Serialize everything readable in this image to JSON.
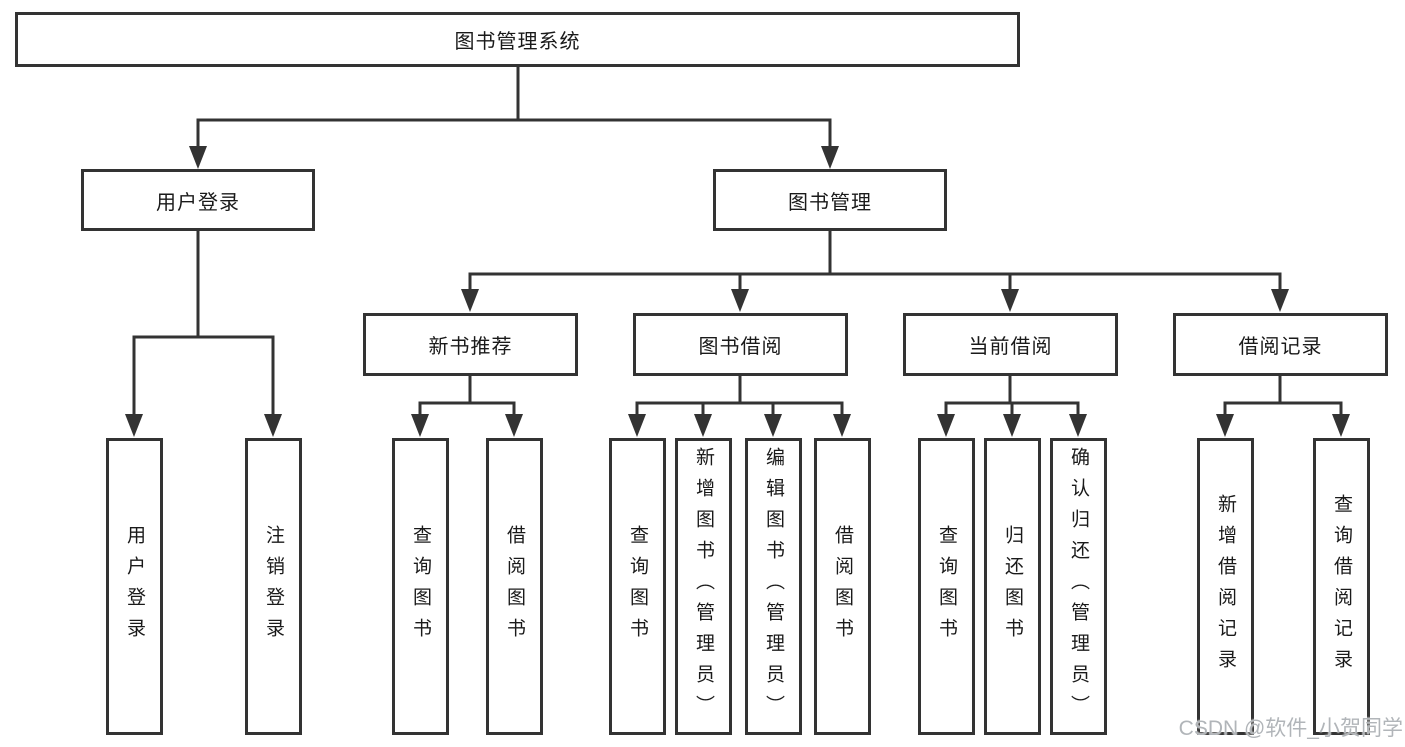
{
  "watermark": "CSDN @软件_小贺同学",
  "colors": {
    "line": "#333333",
    "text": "#1a1a1a",
    "background": "#ffffff",
    "watermark": "#adb1b5"
  },
  "tree": {
    "root": {
      "label": "图书管理系统"
    },
    "branches": [
      {
        "label": "用户登录",
        "children": [
          {
            "label": "用户登录"
          },
          {
            "label": "注销登录"
          }
        ]
      },
      {
        "label": "图书管理",
        "children": [
          {
            "label": "新书推荐",
            "children": [
              {
                "label": "查询图书"
              },
              {
                "label": "借阅图书"
              }
            ]
          },
          {
            "label": "图书借阅",
            "children": [
              {
                "label": "查询图书"
              },
              {
                "label": "新增图书（管理员）"
              },
              {
                "label": "编辑图书（管理员）"
              },
              {
                "label": "借阅图书"
              }
            ]
          },
          {
            "label": "当前借阅",
            "children": [
              {
                "label": "查询图书"
              },
              {
                "label": "归还图书"
              },
              {
                "label": "确认归还（管理员）"
              }
            ]
          },
          {
            "label": "借阅记录",
            "children": [
              {
                "label": "新增借阅记录"
              },
              {
                "label": "查询借阅记录"
              }
            ]
          }
        ]
      }
    ]
  }
}
